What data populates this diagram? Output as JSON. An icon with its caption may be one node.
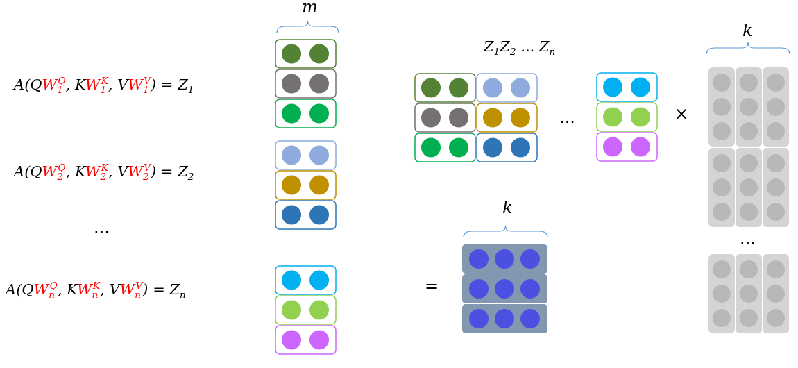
{
  "diagram": {
    "labels": [
      "m",
      "k",
      "Z$_{1}$Z$_{2}$ ... Z$_{n}$",
      "A(QW$_{1}$$^{Q}$, KW$_{1}$$^{K}$, VW$_{1}$$^{V}$) = Z$_{1}$",
      "×",
      "...",
      "A(QW$_{2}$$^{Q}$, KW$_{2}$$^{K}$, VW$_{2}$$^{V}$) = Z$_{2}$",
      "k",
      "...",
      "...",
      "=",
      "A(QW$_{n}$$^{Q}$, KW$_{n}$$^{K}$, VW$_{n}$$^{V}$) = Z$_{n}$"
    ]
  }
}
